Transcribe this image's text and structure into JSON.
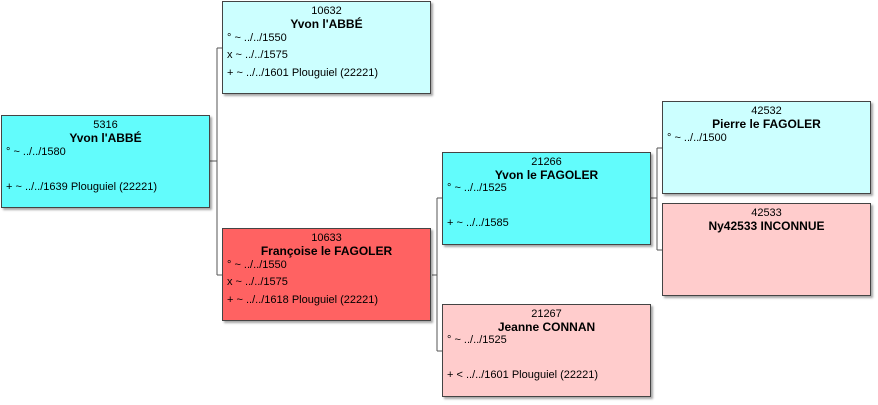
{
  "colors": {
    "male": "#62fcfc",
    "male_light": "#ccffff",
    "female_highlight": "#ff6262",
    "female_light": "#ffcccc",
    "line": "#555555"
  },
  "persons": {
    "p5316": {
      "id": "5316",
      "name": "Yvon l'ABBÉ",
      "birth": "° ~ ../../1580",
      "death": "+ ~ ../../1639 Plouguiel (22221)"
    },
    "p10632": {
      "id": "10632",
      "name": "Yvon l'ABBÉ",
      "birth": "° ~ ../../1550",
      "marriage": "x ~ ../../1575",
      "death": "+ ~ ../../1601 Plouguiel (22221)"
    },
    "p10633": {
      "id": "10633",
      "name": "Françoise le FAGOLER",
      "birth": "° ~ ../../1550",
      "marriage": "x ~ ../../1575",
      "death": "+ ~ ../../1618 Plouguiel (22221)"
    },
    "p21266": {
      "id": "21266",
      "name": "Yvon le FAGOLER",
      "birth": "° ~ ../../1525",
      "death": "+ ~ ../../1585"
    },
    "p21267": {
      "id": "21267",
      "name": "Jeanne CONNAN",
      "birth": "° ~ ../../1525",
      "death": "+ < ../../1601 Plouguiel (22221)"
    },
    "p42532": {
      "id": "42532",
      "name": "Pierre le FAGOLER",
      "birth": "° ~ ../../1500"
    },
    "p42533": {
      "id": "42533",
      "name": "Ny42533 INCONNUE"
    }
  }
}
